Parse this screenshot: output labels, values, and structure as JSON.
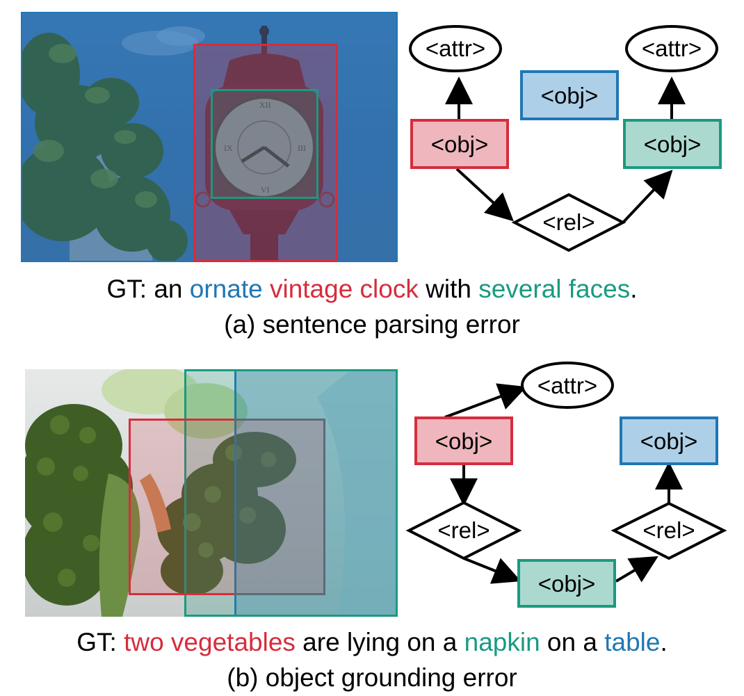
{
  "colors": {
    "blue": "#1f77b4",
    "red": "#d62d3c",
    "green": "#1a9a80",
    "obj_red_fill": "#efb6bd",
    "obj_blue_fill": "#add0e8",
    "obj_green_fill": "#acd9cf",
    "text": "#000000"
  },
  "panel_a": {
    "caption_prefix": "GT: an ",
    "word_ornate": "ornate",
    "space1": " ",
    "word_vintage_clock": "vintage clock",
    "word_with": " with ",
    "word_several_faces": "several faces",
    "period": ".",
    "subcaption": "(a) sentence parsing error",
    "nodes": {
      "attr_left": "<attr>",
      "attr_right": "<attr>",
      "obj_red": "<obj>",
      "obj_blue": "<obj>",
      "obj_green": "<obj>",
      "rel": "<rel>"
    }
  },
  "panel_b": {
    "caption_prefix": "GT: ",
    "word_two_vegetables": "two vegetables",
    "word_are_lying": " are lying on a ",
    "word_napkin": "napkin",
    "word_on_a": " on a ",
    "word_table": "table",
    "period": ".",
    "subcaption": "(b) object grounding error",
    "nodes": {
      "attr": "<attr>",
      "obj_red": "<obj>",
      "obj_blue": "<obj>",
      "obj_green": "<obj>",
      "rel_left": "<rel>",
      "rel_right": "<rel>"
    }
  }
}
